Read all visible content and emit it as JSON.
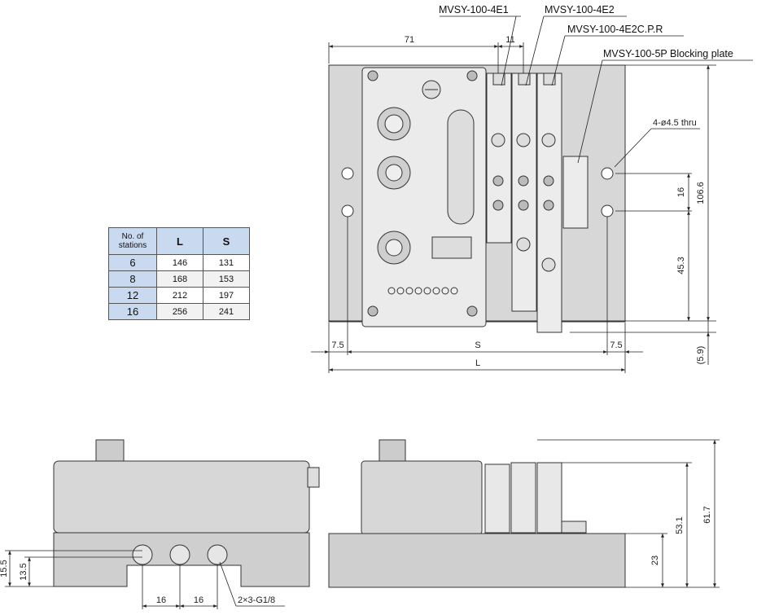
{
  "callouts": {
    "e1": "MVSY-100-4E1",
    "e2": "MVSY-100-4E2",
    "e2cpr": "MVSY-100-4E2C.P.R",
    "blocking": "MVSY-100-5P Blocking plate",
    "thru": "4-ø4.5 thru",
    "port": "2×3-G1/8"
  },
  "dimensions": {
    "d71": "71",
    "d11": "11",
    "d106": "106.6",
    "d16v": "16",
    "d45": "45.3",
    "d59": "(5.9)",
    "d75a": "7.5",
    "dS": "S",
    "d75b": "7.5",
    "dL": "L",
    "d155": "15.5",
    "d135": "13.5",
    "d16a": "16",
    "d16b": "16",
    "d23": "23",
    "d531": "53.1",
    "d617": "61.7"
  },
  "table": {
    "h_stations": "No. of stations",
    "h_L": "L",
    "h_S": "S",
    "rows": [
      {
        "n": "6",
        "L": "146",
        "S": "131"
      },
      {
        "n": "8",
        "L": "168",
        "S": "153"
      },
      {
        "n": "12",
        "L": "212",
        "S": "197"
      },
      {
        "n": "16",
        "L": "256",
        "S": "241"
      }
    ]
  }
}
